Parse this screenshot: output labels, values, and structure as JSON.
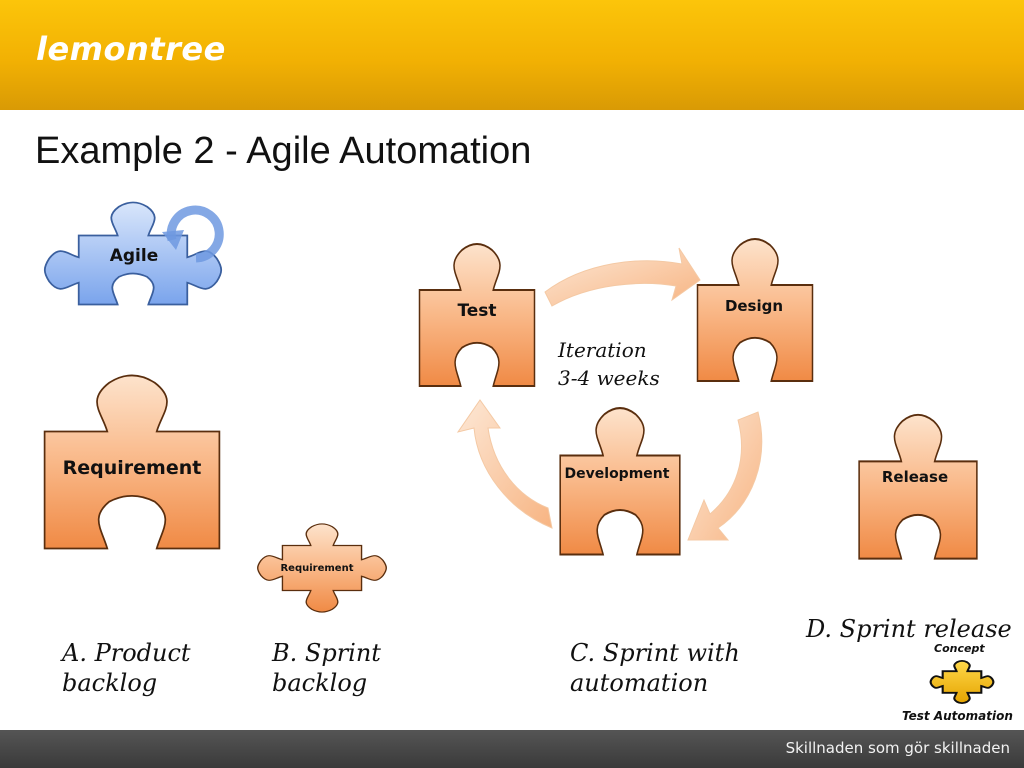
{
  "header": {
    "logo": "lemontree"
  },
  "title": "Example 2 - Agile Automation",
  "pieces": {
    "agile": "Agile",
    "requirement_large": "Requirement",
    "requirement_small": "Requirement",
    "test": "Test",
    "design": "Design",
    "development": "Development",
    "release": "Release"
  },
  "iteration": {
    "text": "Iteration\n3-4 weeks"
  },
  "captions": {
    "a": "A. Product\nbacklog",
    "b": "B. Sprint\nbacklog",
    "c": "C. Sprint with\nautomation",
    "d": "D. Sprint release"
  },
  "badge": {
    "top": "Concept",
    "bottom": "Test Automation"
  },
  "footer": {
    "tagline": "Skillnaden som gör skillnaden"
  },
  "colors": {
    "brand_yellow": "#f2b103",
    "puzzle_orange": "#f7a86e",
    "puzzle_blue": "#86aff0",
    "badge_yellow": "#f5b800",
    "footer_gray": "#3f3f3f"
  },
  "icons": [
    "puzzle-piece-icon",
    "cycle-arrow-icon",
    "flow-arrow-icon"
  ]
}
